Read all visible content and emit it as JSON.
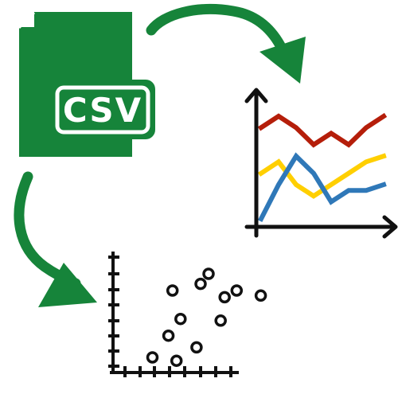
{
  "file_icon": {
    "label": "CSV"
  },
  "colors": {
    "green": "#16843a",
    "axis": "#111111",
    "red": "#b51e0a",
    "yellow": "#ffcf00",
    "blue": "#2f78b8",
    "white": "#ffffff"
  },
  "line_chart": {
    "series": [
      {
        "color": "red",
        "values": [
          8.0,
          9.0,
          8.0,
          6.5,
          7.5,
          6.5,
          8.0,
          9.0
        ]
      },
      {
        "color": "yellow",
        "values": [
          4.0,
          5.0,
          3.0,
          2.0,
          3.0,
          4.0,
          5.0,
          5.5
        ]
      },
      {
        "color": "blue",
        "values": [
          0.0,
          3.0,
          5.5,
          4.0,
          1.5,
          2.5,
          2.5,
          3.0
        ]
      }
    ]
  },
  "scatter_plot": {
    "points": [
      {
        "x": 1.2,
        "y": 1.0
      },
      {
        "x": 1.8,
        "y": 0.8
      },
      {
        "x": 2.3,
        "y": 1.6
      },
      {
        "x": 1.6,
        "y": 2.3
      },
      {
        "x": 1.9,
        "y": 3.3
      },
      {
        "x": 2.9,
        "y": 3.2
      },
      {
        "x": 3.0,
        "y": 4.6
      },
      {
        "x": 3.9,
        "y": 4.7
      },
      {
        "x": 3.3,
        "y": 5.0
      },
      {
        "x": 1.7,
        "y": 5.0
      },
      {
        "x": 2.4,
        "y": 5.4
      },
      {
        "x": 2.6,
        "y": 6.0
      }
    ]
  }
}
